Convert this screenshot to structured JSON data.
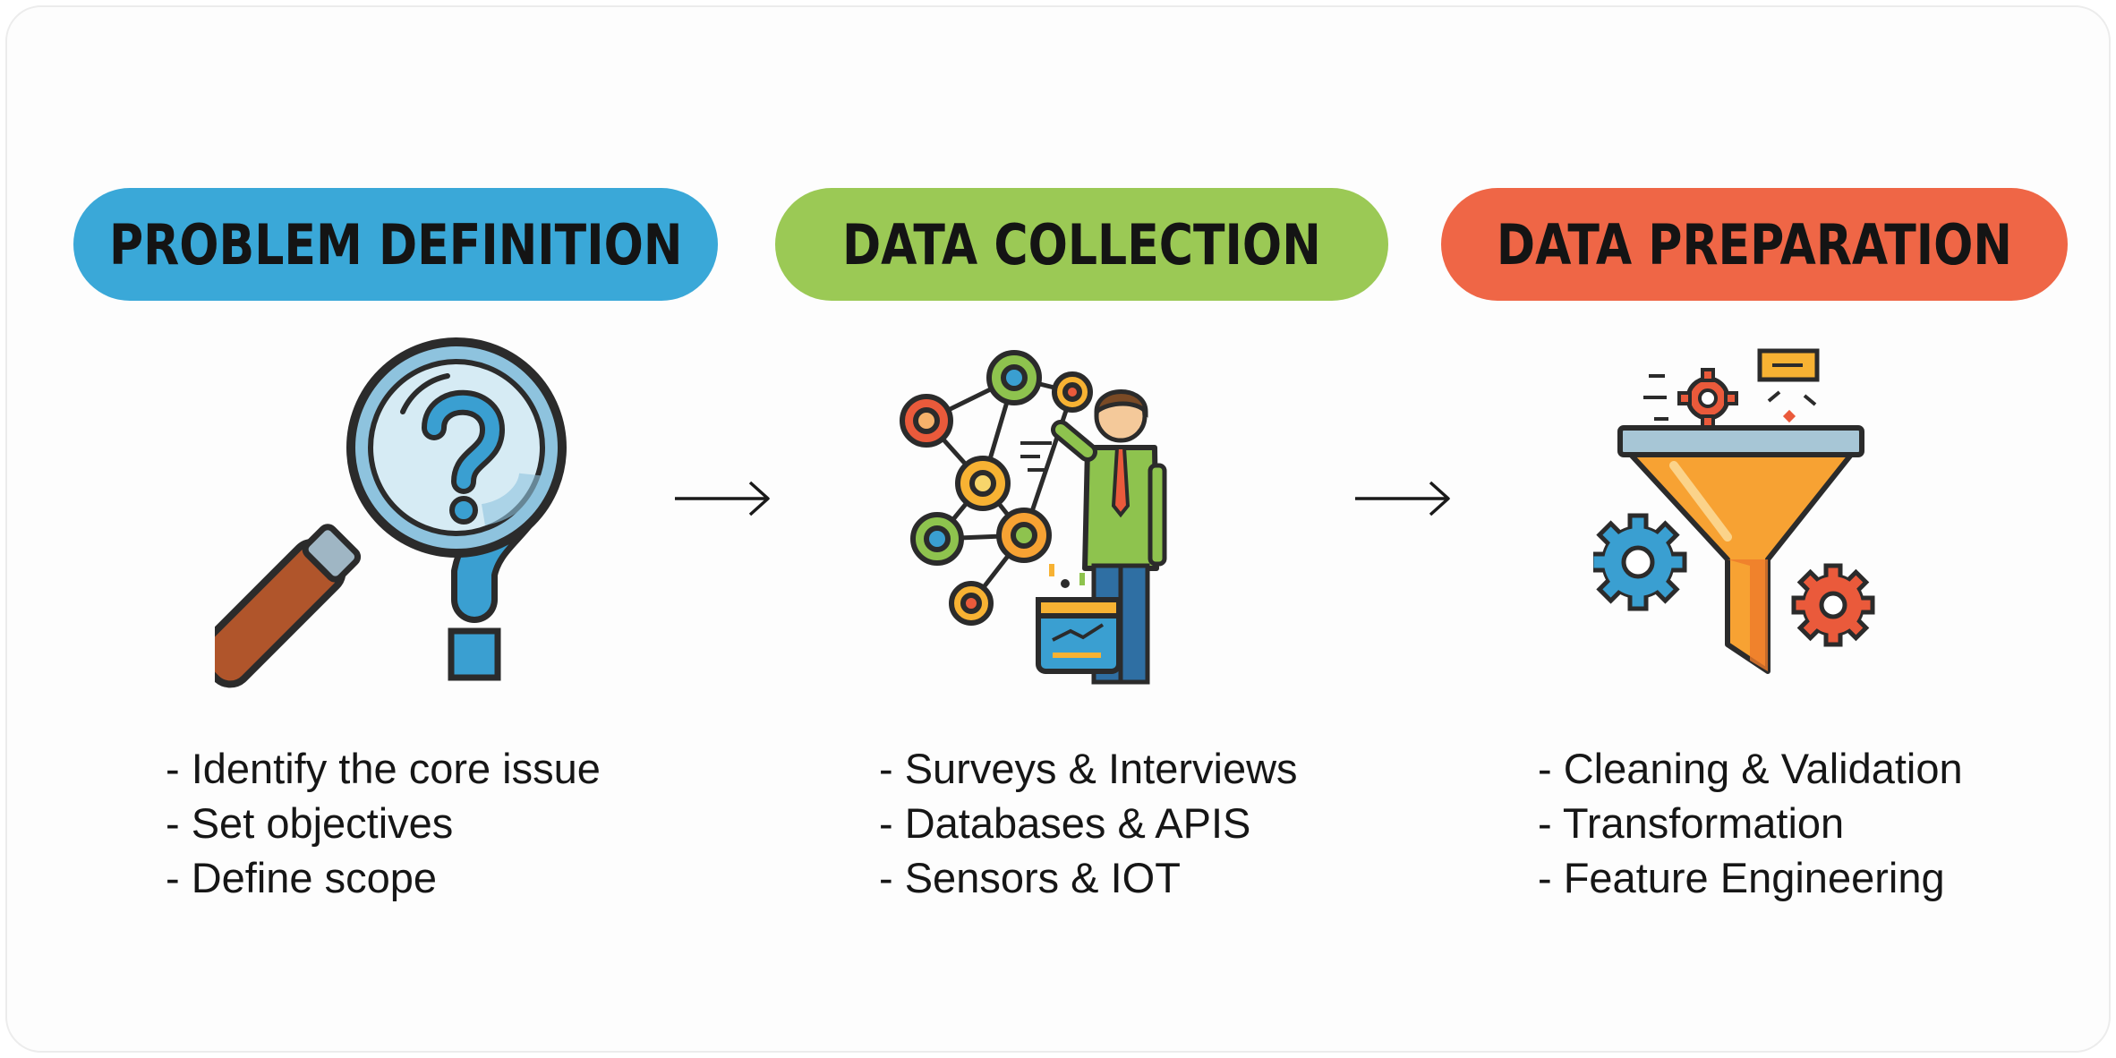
{
  "stages": [
    {
      "title": "PROBLEM DEFINITION",
      "color": "#3aa8d8",
      "icon": "magnifier-question-icon",
      "bullets": [
        "- Identify the core issue",
        "- Set objectives",
        "- Define scope"
      ]
    },
    {
      "title": "DATA COLLECTION",
      "color": "#9bc955",
      "icon": "network-person-icon",
      "bullets": [
        "- Surveys & Interviews",
        "- Databases & APIS",
        "- Sensors & IOT"
      ]
    },
    {
      "title": "DATA PREPARATION",
      "color": "#ef6646",
      "icon": "funnel-gears-icon",
      "bullets": [
        "- Cleaning & Validation",
        "- Transformation",
        "- Feature Engineering"
      ]
    }
  ],
  "connectors": [
    "arrow-right-icon",
    "arrow-right-icon"
  ]
}
